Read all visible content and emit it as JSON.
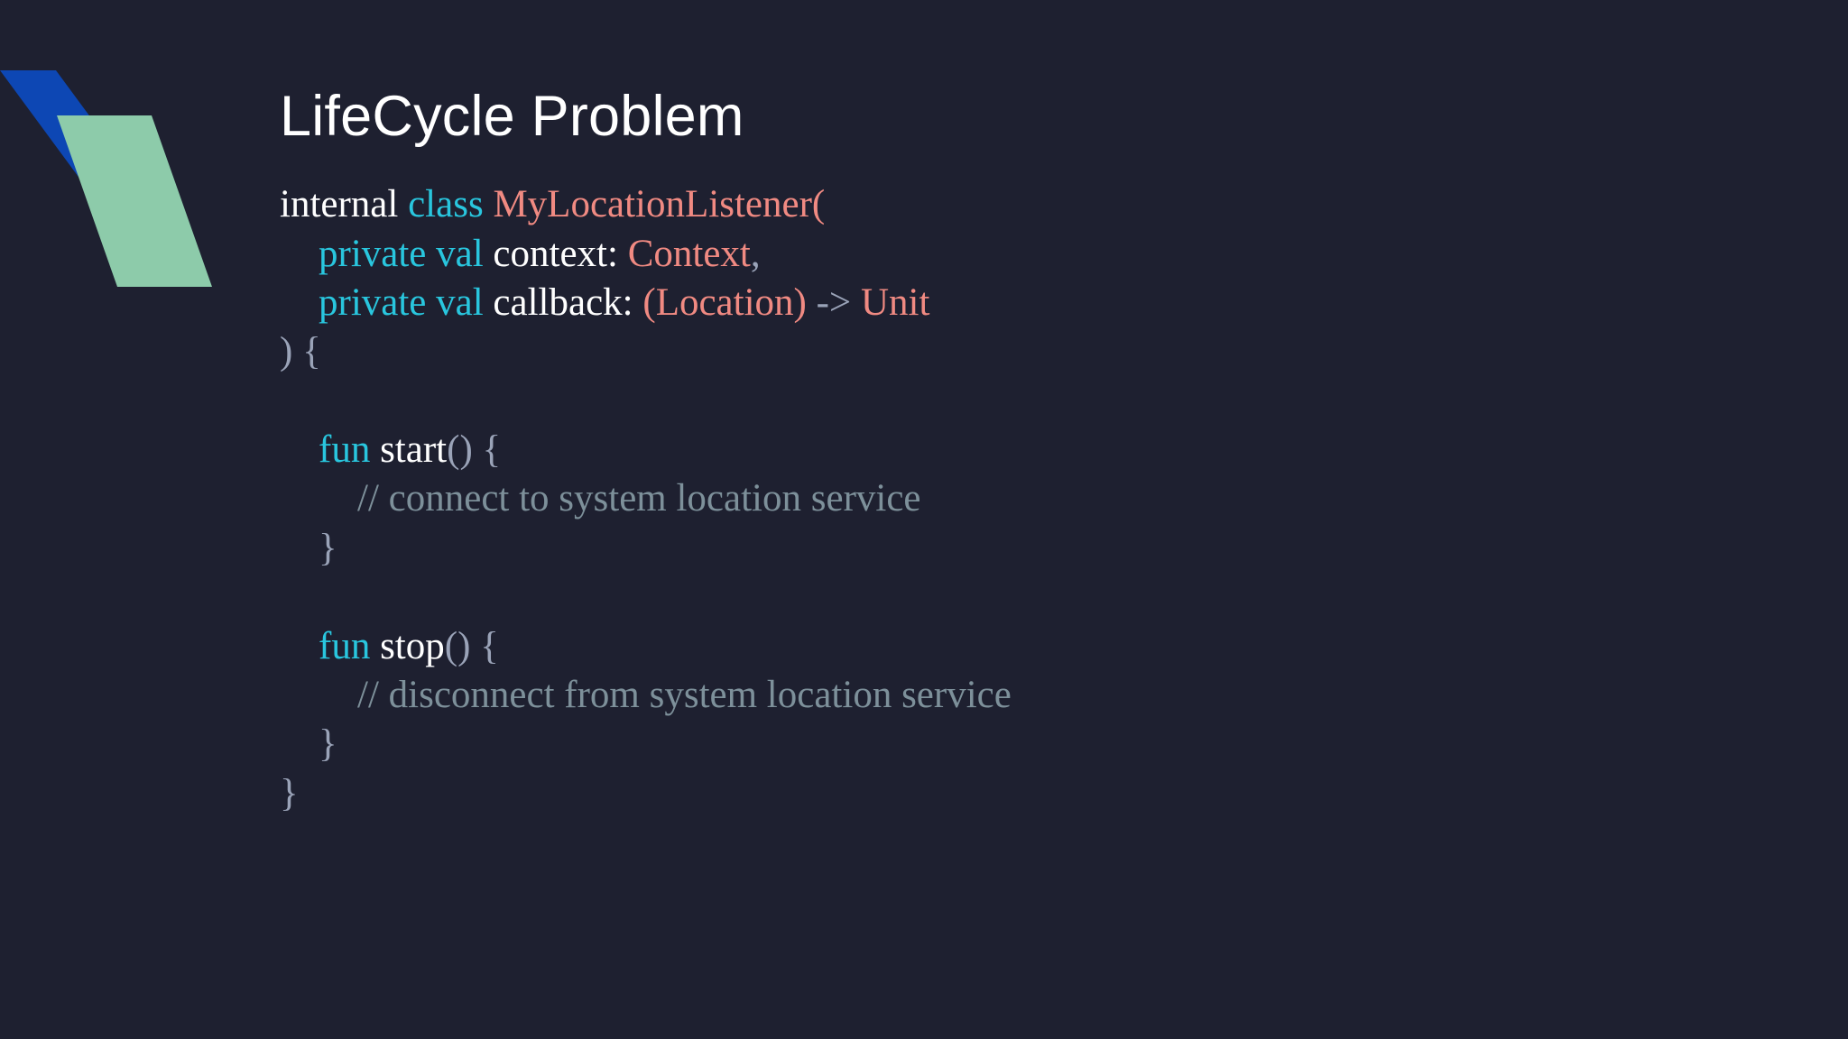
{
  "slide": {
    "title": "LifeCycle Problem",
    "background_color": "#1e2030"
  },
  "logo": {
    "name": "kotlin-style-logo-mark",
    "blue_color": "#0d47b4",
    "green_color": "#8dcbaa"
  },
  "theme": {
    "plain_color": "#ffffff",
    "keyword_color": "#29c6de",
    "type_color": "#f08a82",
    "punctuation_color": "#9aa3b8",
    "comment_color": "#7d909a"
  },
  "code": {
    "language": "kotlin",
    "lines": [
      {
        "indent": 0,
        "tokens": [
          {
            "text": "internal ",
            "kind": "plain"
          },
          {
            "text": "class ",
            "kind": "keyword"
          },
          {
            "text": "MyLocationListener(",
            "kind": "type"
          }
        ]
      },
      {
        "indent": 1,
        "tokens": [
          {
            "text": "private val ",
            "kind": "keyword"
          },
          {
            "text": "context",
            "kind": "plain"
          },
          {
            "text": ": ",
            "kind": "plain"
          },
          {
            "text": "Context",
            "kind": "type"
          },
          {
            "text": ",",
            "kind": "punct"
          }
        ]
      },
      {
        "indent": 1,
        "tokens": [
          {
            "text": "private val ",
            "kind": "keyword"
          },
          {
            "text": "callback",
            "kind": "plain"
          },
          {
            "text": ": ",
            "kind": "plain"
          },
          {
            "text": "(Location)",
            "kind": "type"
          },
          {
            "text": " -> ",
            "kind": "punct"
          },
          {
            "text": "Unit",
            "kind": "type"
          }
        ]
      },
      {
        "indent": 0,
        "tokens": [
          {
            "text": ") {",
            "kind": "punct"
          }
        ]
      },
      {
        "indent": 0,
        "tokens": []
      },
      {
        "indent": 1,
        "tokens": [
          {
            "text": "fun ",
            "kind": "keyword"
          },
          {
            "text": "start",
            "kind": "plain"
          },
          {
            "text": "() {",
            "kind": "punct"
          }
        ]
      },
      {
        "indent": 2,
        "tokens": [
          {
            "text": "// connect to system location service",
            "kind": "comment"
          }
        ]
      },
      {
        "indent": 1,
        "tokens": [
          {
            "text": "}",
            "kind": "punct"
          }
        ]
      },
      {
        "indent": 0,
        "tokens": []
      },
      {
        "indent": 1,
        "tokens": [
          {
            "text": "fun ",
            "kind": "keyword"
          },
          {
            "text": "stop",
            "kind": "plain"
          },
          {
            "text": "() {",
            "kind": "punct"
          }
        ]
      },
      {
        "indent": 2,
        "tokens": [
          {
            "text": "// disconnect from system location service",
            "kind": "comment"
          }
        ]
      },
      {
        "indent": 1,
        "tokens": [
          {
            "text": "}",
            "kind": "punct"
          }
        ]
      },
      {
        "indent": 0,
        "tokens": [
          {
            "text": "}",
            "kind": "punct"
          }
        ]
      }
    ]
  }
}
